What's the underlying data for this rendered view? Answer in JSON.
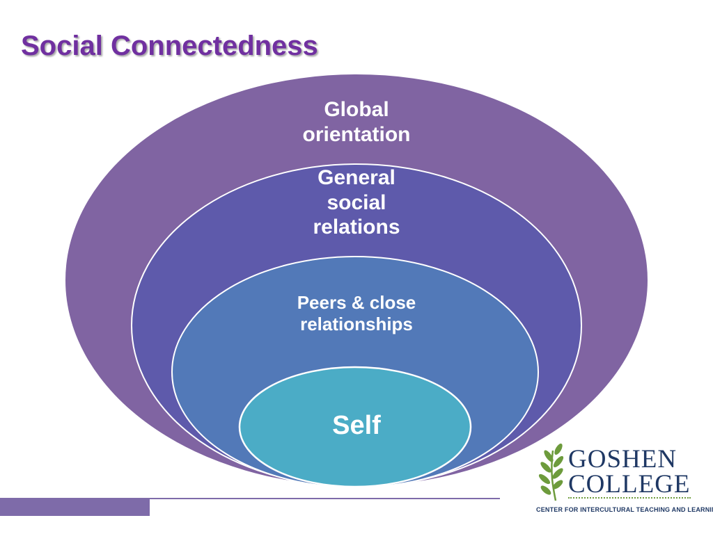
{
  "slide": {
    "title": "Social Connectedness"
  },
  "diagram": {
    "rings": [
      {
        "label": "Global orientation",
        "lines": [
          "Global",
          "orientation"
        ],
        "color": "#8064a2"
      },
      {
        "label": "General social relations",
        "lines": [
          "General",
          "social",
          "relations"
        ],
        "color": "#5e5aab"
      },
      {
        "label": "Peers & close relationships",
        "lines": [
          "Peers & close",
          "relationships"
        ],
        "color": "#5279b8"
      },
      {
        "label": "Self",
        "lines": [
          "Self"
        ],
        "color": "#4bacc6"
      }
    ]
  },
  "logo": {
    "name_line1": "GOSHEN",
    "name_line2": "COLLEGE",
    "tagline": "CENTER FOR INTERCULTURAL TEACHING AND LEARNING",
    "icon": "olive-branch-icon",
    "colors": {
      "text": "#1f3864",
      "leaf": "#6d9b3c"
    }
  },
  "footer": {
    "accent_color": "#7e6ba9"
  }
}
